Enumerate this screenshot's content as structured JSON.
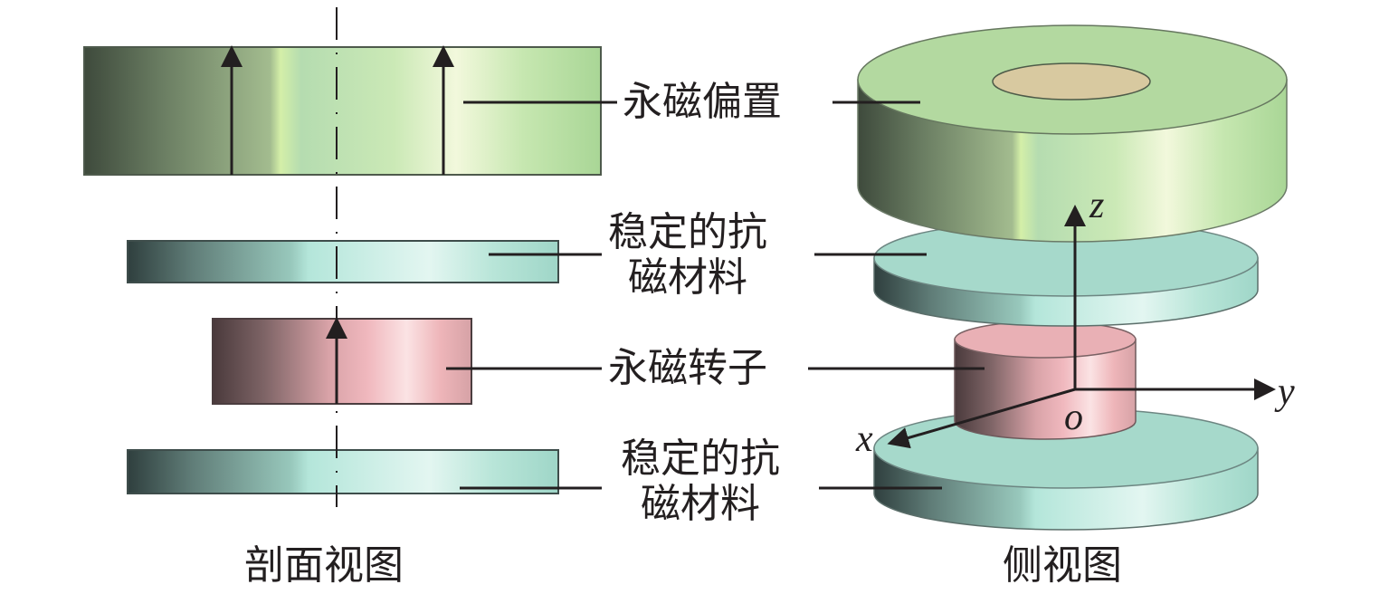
{
  "section_view": {
    "caption": "剖面视图",
    "components": [
      {
        "id": "magnet-bias",
        "label": "永磁偏置"
      },
      {
        "id": "stable-upper",
        "label_line1": "稳定的抗",
        "label_line2": "磁材料"
      },
      {
        "id": "rotor",
        "label": "永磁转子"
      },
      {
        "id": "stable-lower",
        "label_line1": "稳定的抗",
        "label_line2": "磁材料"
      }
    ]
  },
  "side_view": {
    "caption": "侧视图",
    "axes": {
      "z": "z",
      "y": "y",
      "x": "x",
      "origin": "o"
    }
  },
  "colors": {
    "bias_green": "#c8e6b0",
    "bias_dark": "#4a5a45",
    "antimag_cyan": "#a8dccf",
    "antimag_dark": "#3f5654",
    "rotor_pink": "#f0b5bb",
    "rotor_dark": "#5a4548",
    "hole_tan": "#d8c9a0",
    "line": "#231f20"
  }
}
